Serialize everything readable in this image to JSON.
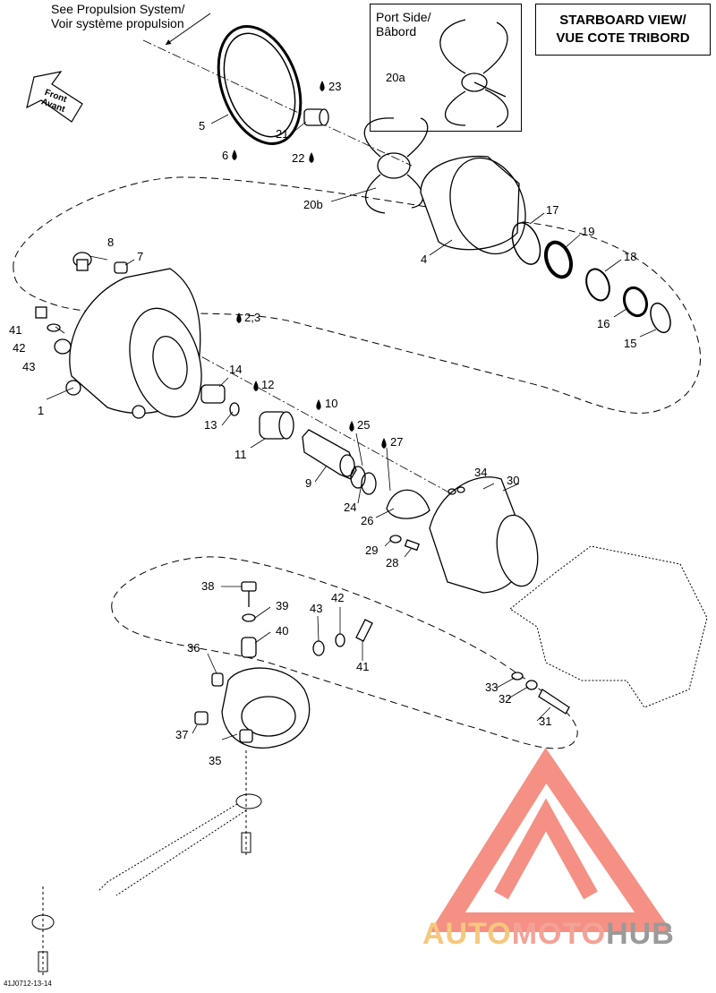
{
  "notes": {
    "propulsion_line1": "See Propulsion System/",
    "propulsion_line2": "Voir système propulsion",
    "port_line1": "Port Side/",
    "port_line2": "Bâbord"
  },
  "title": {
    "line1": "STARBOARD VIEW/",
    "line2": "VUE COTE TRIBORD"
  },
  "front_label": {
    "line1": "Front",
    "line2": "Avant"
  },
  "drawing_code": "41J0712-13-14",
  "logo": {
    "part1": "AUTO",
    "part2": "MOTO",
    "part3": "HUB"
  },
  "callouts": {
    "c1": "1",
    "c2": "2,3",
    "c4": "4",
    "c5": "5",
    "c6": "6",
    "c7": "7",
    "c8": "8",
    "c9": "9",
    "c10": "10",
    "c11": "11",
    "c12": "12",
    "c13": "13",
    "c14": "14",
    "c15": "15",
    "c16": "16",
    "c17": "17",
    "c18": "18",
    "c19": "19",
    "c20a": "20a",
    "c20b": "20b",
    "c21": "21",
    "c22": "22",
    "c23": "23",
    "c24": "24",
    "c25": "25",
    "c26": "26",
    "c27": "27",
    "c28": "28",
    "c29": "29",
    "c30": "30",
    "c31": "31",
    "c32": "32",
    "c33": "33",
    "c34": "34",
    "c35": "35",
    "c36": "36",
    "c37": "37",
    "c38": "38",
    "c39": "39",
    "c40": "40",
    "c41a": "41",
    "c41b": "41",
    "c42a": "42",
    "c42b": "42",
    "c43a": "43",
    "c43b": "43"
  },
  "colors": {
    "line": "#000000",
    "logo_red": "#f26b5b",
    "logo_yellow": "#f5c87d",
    "logo_grey": "#9a9a9a"
  }
}
